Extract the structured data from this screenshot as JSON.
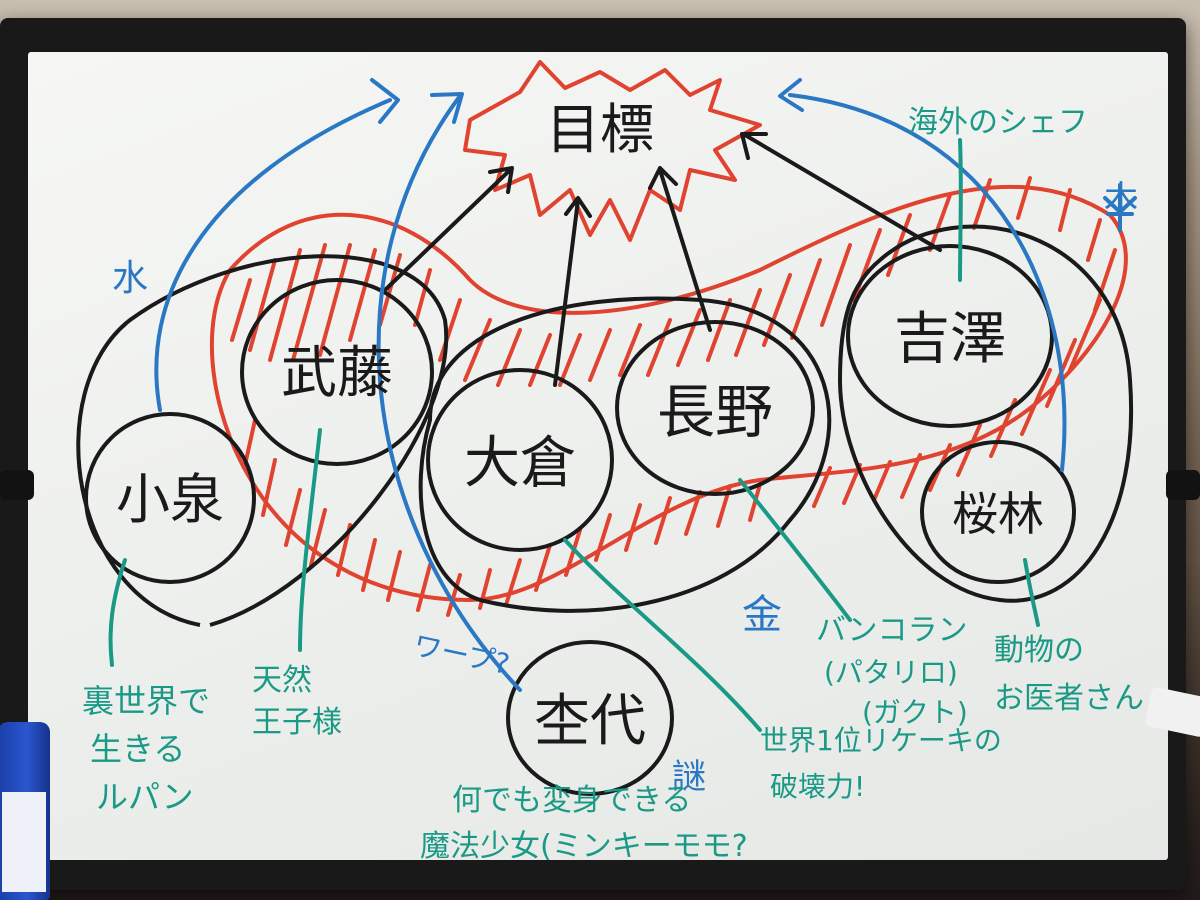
{
  "board": {
    "goal": "目標",
    "members": {
      "koizumi": "小泉",
      "muto": "武藤",
      "okura": "大倉",
      "nagano": "長野",
      "yoshizawa": "吉澤",
      "sakurabayashi": "桜林",
      "kyodai": "杢代"
    },
    "day_marks": {
      "water": "水",
      "gold": "金",
      "wood": "木"
    },
    "notes": {
      "koizumi_line1": "裏世界で",
      "koizumi_line2": "生きる",
      "koizumi_line3": "ルパン",
      "muto_line1": "天然",
      "muto_line2": "王子様",
      "okura_line1": "世界1位リケーキの",
      "okura_line2": "破壊力!",
      "nagano_line1": "バンコラン",
      "nagano_line2": "(パタリロ)",
      "nagano_line3": "(ガクト)",
      "sakurabayashi_line1": "動物の",
      "sakurabayashi_line2": "お医者さん",
      "yoshizawa_note": "海外のシェフ",
      "kyodai_question": "ワープ?",
      "kyodai_mystery": "謎",
      "kyodai_line1": "何でも変身できる",
      "kyodai_line2": "魔法少女(ミンキーモモ?"
    }
  },
  "colors": {
    "ink_black": "#1a1a1a",
    "ink_red": "#e0432f",
    "ink_blue": "#2a78c4",
    "ink_green": "#1a9a86"
  }
}
